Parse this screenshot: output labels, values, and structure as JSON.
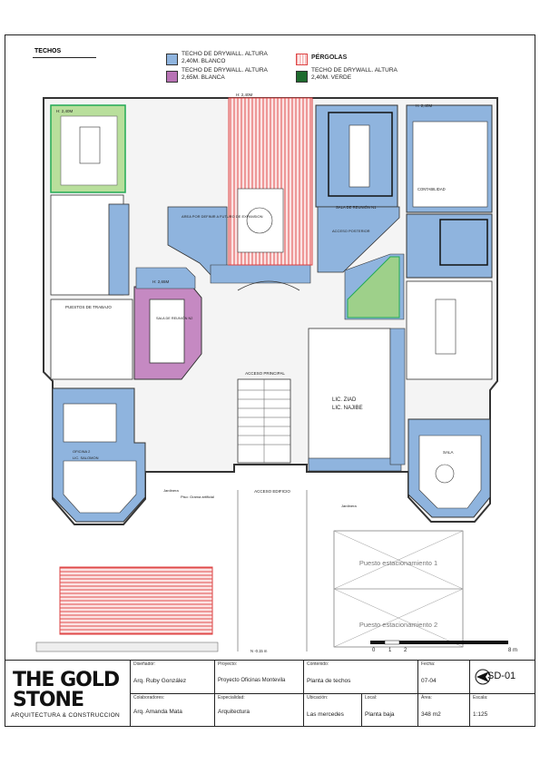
{
  "legend": {
    "title": "TECHOS",
    "items": [
      {
        "label": "TECHO DE DRYWALL. ALTURA 2,40M. BLANCO",
        "color": "#8fb4de"
      },
      {
        "label": "TECHO DE DRYWALL. ALTURA 2,65M. BLANCA",
        "color": "#b873b5"
      },
      {
        "label": "PÉRGOLAS",
        "color": "#f29a9a"
      },
      {
        "label": "TECHO DE DRYWALL. ALTURA 2,40M. VERDE",
        "color": "#1e6b2e"
      }
    ]
  },
  "plan": {
    "h240": "H: 2,40M",
    "h265": "H: 2,65M",
    "rooms": {
      "reunion": "SALA DE REUNIÓN N1",
      "reunion2": "SALA DE REUNIÓN N2",
      "puestos": "PUESTOS DE TRABAJO",
      "contabilidad": "CONTABILIDAD",
      "lic": "LIC. ZIAD",
      "lic2": "LIC. NAJIBE",
      "acceso_principal": "ACCESO PRINCIPAL",
      "acceso_edificio": "ACCESO EDIFICIO",
      "sala": "SALA",
      "jardinera": "Jardinera",
      "piso": "Piso: Grama artificial",
      "oficina": "OFICINA 2",
      "salomon": "LIC. SALOMON",
      "area_destinada": "AREA POR DEFINIR A FUTURO DE EXPANSION",
      "acceso_posterior": "ACCESO POSTERIOR",
      "nivel": "N -0.15 m"
    },
    "parking1": "Puesto estacionamiento 1",
    "parking2": "Puesto estacionamiento 2",
    "scale_labels": [
      "0",
      "1",
      "2",
      "8 m"
    ]
  },
  "titleblock": {
    "disenador_label": "Diseñador:",
    "disenador": "Arq. Ruby González",
    "proyecto_label": "Proyecto:",
    "proyecto": "Proyecto Oficinas Montevila",
    "contenido_label": "Contenido:",
    "contenido": "Planta de techos",
    "fecha_label": "Fecha:",
    "fecha": "07-04",
    "colab_label": "Colaboradores:",
    "colab": "Arq. Amanda Mata",
    "especialidad_label": "Especialidad:",
    "especialidad": "Arquitectura",
    "ubicacion_label": "Ubicación:",
    "ubicacion": "Las mercedes",
    "local_label": "Local:",
    "local": "Planta baja",
    "area_label": "Área:",
    "area": "348 m2",
    "escala_label": "Escala:",
    "escala": "1:125",
    "sheet": "SD-01",
    "logo_line1": "THE GOLD",
    "logo_line2": "STONE",
    "logo_line3": "ARQUITECTURA & CONSTRUCCION"
  }
}
